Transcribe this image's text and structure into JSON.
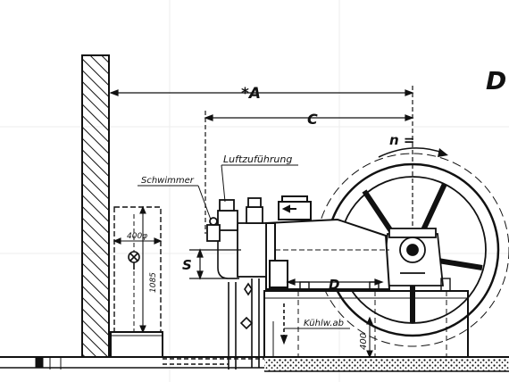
{
  "diagram": {
    "dim_a": "*A",
    "dim_c": "C",
    "speed": "n =",
    "air_supply": "Luftzuführung",
    "float": "Schwimmer",
    "dim_s": "S",
    "dim_d": "D",
    "tank_width": "400φ",
    "tank_height": "1085",
    "cooling_water_drain": "Kühlw.ab",
    "pit_depth": "400",
    "corner_mark": "D"
  },
  "colors": {
    "ink": "#111111",
    "paper": "#ffffff"
  }
}
